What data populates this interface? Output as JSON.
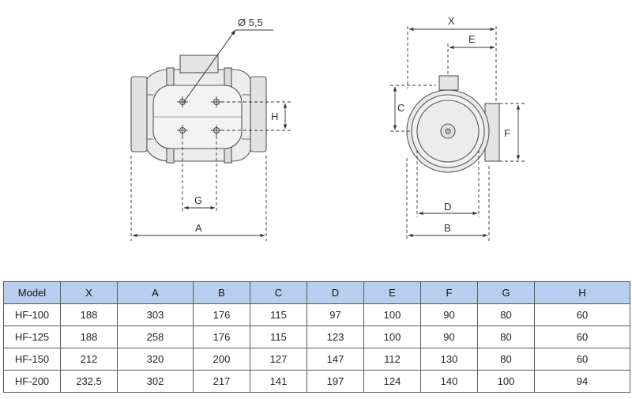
{
  "drawing": {
    "hole_label": "Ø 5,5",
    "dims": {
      "X": "X",
      "E": "E",
      "C": "C",
      "F": "F",
      "D": "D",
      "B": "B",
      "A": "A",
      "G": "G",
      "H": "H"
    }
  },
  "table": {
    "headers": [
      "Model",
      "X",
      "A",
      "B",
      "C",
      "D",
      "E",
      "F",
      "G",
      "H"
    ],
    "rows": [
      [
        "HF-100",
        "188",
        "303",
        "176",
        "115",
        "97",
        "100",
        "90",
        "80",
        "60"
      ],
      [
        "HF-125",
        "188",
        "258",
        "176",
        "115",
        "123",
        "100",
        "90",
        "80",
        "60"
      ],
      [
        "HF-150",
        "212",
        "320",
        "200",
        "127",
        "147",
        "112",
        "130",
        "80",
        "60"
      ],
      [
        "HF-200",
        "232.5",
        "302",
        "217",
        "141",
        "197",
        "124",
        "140",
        "100",
        "94"
      ]
    ]
  }
}
